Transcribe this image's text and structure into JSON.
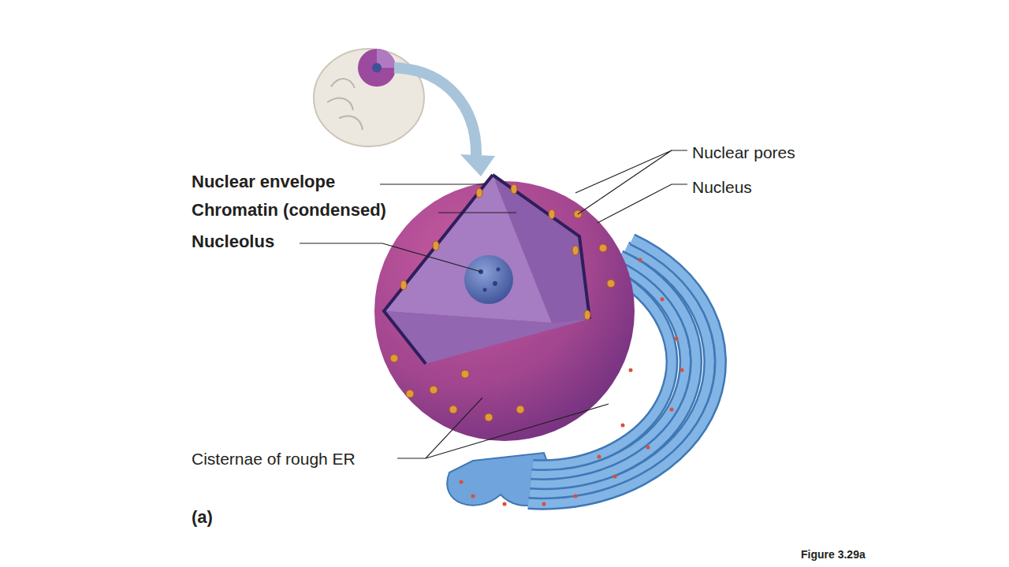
{
  "diagram": {
    "labels": [
      "Nuclear envelope",
      "Chromatin (condensed)",
      "Nucleolus",
      "Nuclear pores",
      "Nucleus",
      "Cisternae of rough ER",
      "(a)",
      "Figure 3.29a"
    ]
  }
}
